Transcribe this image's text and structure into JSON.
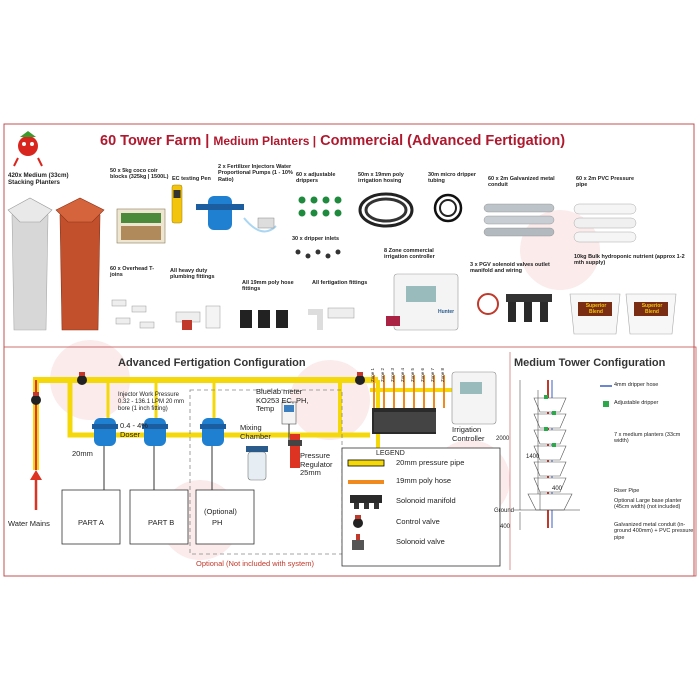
{
  "title": {
    "main": "60 Tower Farm |",
    "medium": "Medium Planters |",
    "commercial": "Commercial (Advanced Fertigation)"
  },
  "products": {
    "planters": "420x Medium (33cm) Stacking Planters",
    "coco": "50 x 5kg coco coir blocks (325kg | 1500L)",
    "ec_pen": "EC testing Pen",
    "injectors": "2 x Fertilizer Injectors Water Proportional Pumps (1 - 10% Ratio)",
    "drippers": "60 x adjustable drippers",
    "dripper_inlets": "30 x dripper inlets",
    "poly_hose": "50m x 19mm poly irrigation hosing",
    "micro_tubing": "30m micro dripper tubing",
    "conduit": "60 x 2m Galvanized metal conduit",
    "pvc": "60 x 2m PVC Pressure pipe",
    "tjoins": "60 x Overhead T-joins",
    "plumbing": "All heavy duty plumbing fittings",
    "hose_fittings": "All 19mm poly hose fittings",
    "fert_fittings": "All fertigation fittings",
    "controller": "8 Zone commercial irrigation controller",
    "pgv": "3 x PGV solenoid valves outlet manifold and wiring",
    "nutrient": "10kg Bulk hydroponic nutrient (approx 1-2 mth supply)",
    "nutrient_brand": "Superior Blend",
    "controller_brand": "Hunter"
  },
  "fertigation": {
    "heading": "Advanced Fertigation Configuration",
    "injector_pressure": "Injector Work Pressure 0.32 - 136.1 LPM 20 mm bore (1 inch fitting)",
    "doser": "0.4 - 4% Doser",
    "pipe_20mm": "20mm",
    "bluelab": "Bluelab meter KO253 EC, PH, Temp",
    "mixing": "Mixing Chamber",
    "regulator": "Pressure Regulator 25mm",
    "irrigation_controller": "Irrigation Controller",
    "water_mains": "Water Mains",
    "part_a": "PART A",
    "part_b": "PART B",
    "ph_optional": "(Optional)",
    "ph": "PH",
    "optional_note": "Optional (Not included with system)",
    "zones": [
      "Zone 1",
      "Zone 2",
      "Zone 3",
      "Zone 4",
      "Zone 5",
      "Zone 6",
      "Zone 7",
      "Zone 8"
    ]
  },
  "legend": {
    "title": "LEGEND",
    "items": [
      {
        "label": "20mm pressure pipe"
      },
      {
        "label": "19mm poly hose"
      },
      {
        "label": "Solonoid manifold"
      },
      {
        "label": "Control valve"
      },
      {
        "label": "Solonoid valve"
      }
    ]
  },
  "tower": {
    "heading": "Medium Tower Configuration",
    "dripper_hose": "4mm dripper hose",
    "adjustable_dripper": "Adjustable dripper",
    "planters_note": "7 x medium planters (33cm width)",
    "riser": "Riser Pipe",
    "base_planter": "Optional Large base planter (45cm width) (not included)",
    "conduit_note": "Galvanized metal conduit (in-ground 400mm) + PVC pressure pipe",
    "dim_2000": "2000",
    "dim_1400": "1400",
    "dim_400a": "400",
    "dim_400b": "400",
    "ground": "Ground"
  },
  "colors": {
    "title_red": "#b0182e",
    "pressure_pipe": "#f4d80a",
    "poly_hose": "#f08a1e",
    "injector_blue": "#1f7fd0",
    "box_border": "#b04040"
  }
}
